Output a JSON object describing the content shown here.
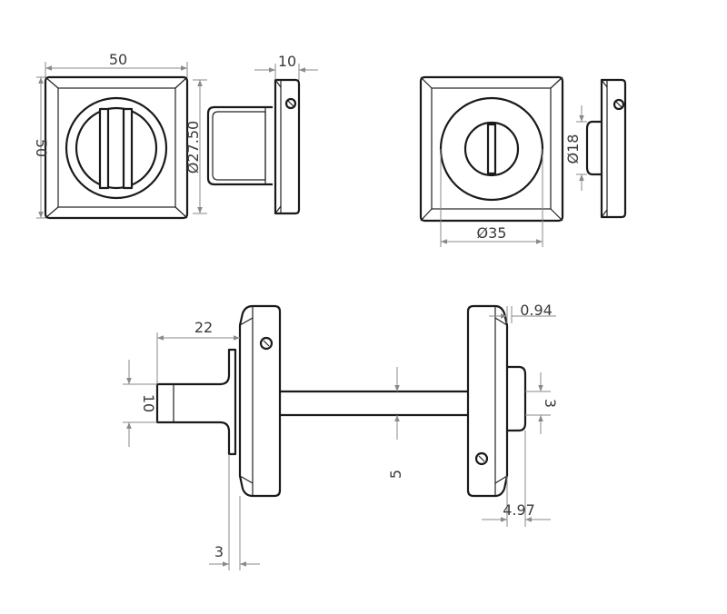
{
  "dimensions": {
    "top_left_width": "50",
    "top_left_height": "50",
    "top_left_depth": "10",
    "top_left_turn_diameter": "Ø27.50",
    "top_right_indicator_diameter": "Ø18",
    "top_right_rose_diameter": "Ø35",
    "bottom_spindle_length": "22",
    "bottom_turn_thickness": "10",
    "bottom_base_thickness": "3",
    "bottom_right_offset": "0.94",
    "bottom_release_thickness": "3",
    "bottom_spindle_width": "5",
    "bottom_right_depth": "4.97"
  },
  "colors": {
    "line": "#1a1a1a",
    "dimension": "#8a8a8a",
    "text": "#3a3a3a",
    "background": "#ffffff"
  }
}
